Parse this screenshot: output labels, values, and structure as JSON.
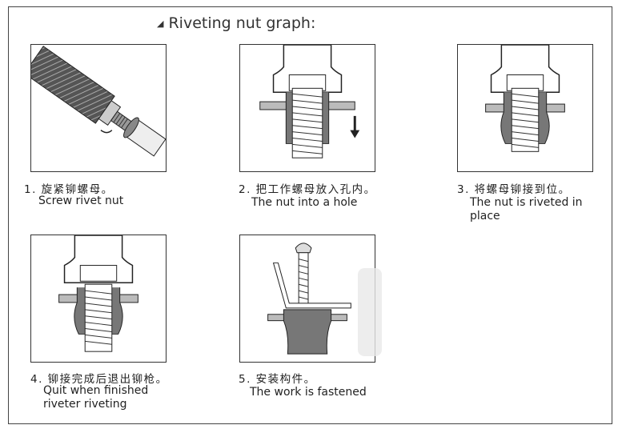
{
  "title": "Riveting nut graph:",
  "steps": [
    {
      "cn": "1. 旋紧铆螺母。",
      "en": "Screw rivet nut"
    },
    {
      "cn": "2. 把工作螺母放入孔内。",
      "en": "The nut into a hole"
    },
    {
      "cn": "3. 将螺母铆接到位。",
      "en": "The nut is riveted in\nplace"
    },
    {
      "cn": "4. 铆接完成后退出铆枪。",
      "en": "Quit when finished\nriveter riveting"
    },
    {
      "cn": "5. 安装构件。",
      "en": "The work is fastened"
    }
  ]
}
